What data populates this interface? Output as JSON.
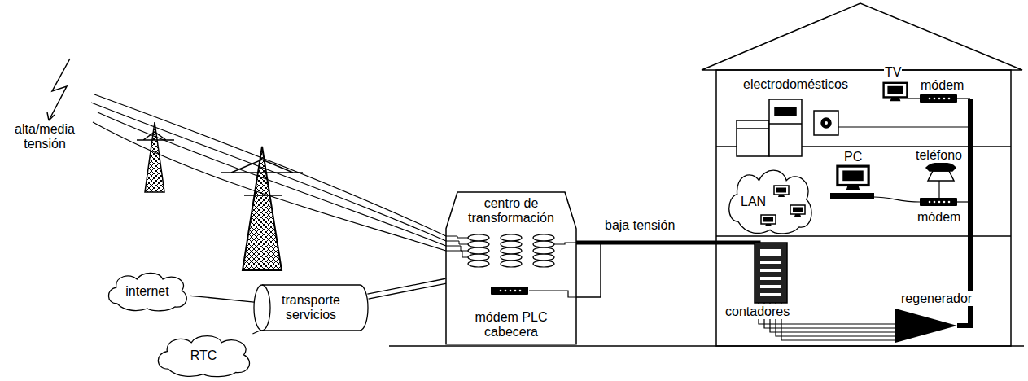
{
  "diagram": {
    "nodes": [
      {
        "text": [
          "internet"
        ]
      },
      {
        "text": [
          "transporte servicios"
        ]
      },
      {
        "text": [
          "RTC"
        ]
      },
      {
        "text": [
          "centro de transformación",
          "módem PLC cabecera"
        ]
      },
      {
        "text": [
          "LAN"
        ]
      }
    ],
    "edges": [
      {
        "from": 0,
        "to": 1,
        "arrow": "none"
      },
      {
        "from": 2,
        "to": 1,
        "arrow": "none"
      },
      {
        "from": 1,
        "to": 3,
        "arrow": "none"
      }
    ],
    "labels": [
      "alta/media tensión",
      "baja tensión",
      "electrodomésticos",
      "TV",
      "módem",
      "PC",
      "teléfono",
      "módem",
      "contadores",
      "regenerador"
    ]
  }
}
